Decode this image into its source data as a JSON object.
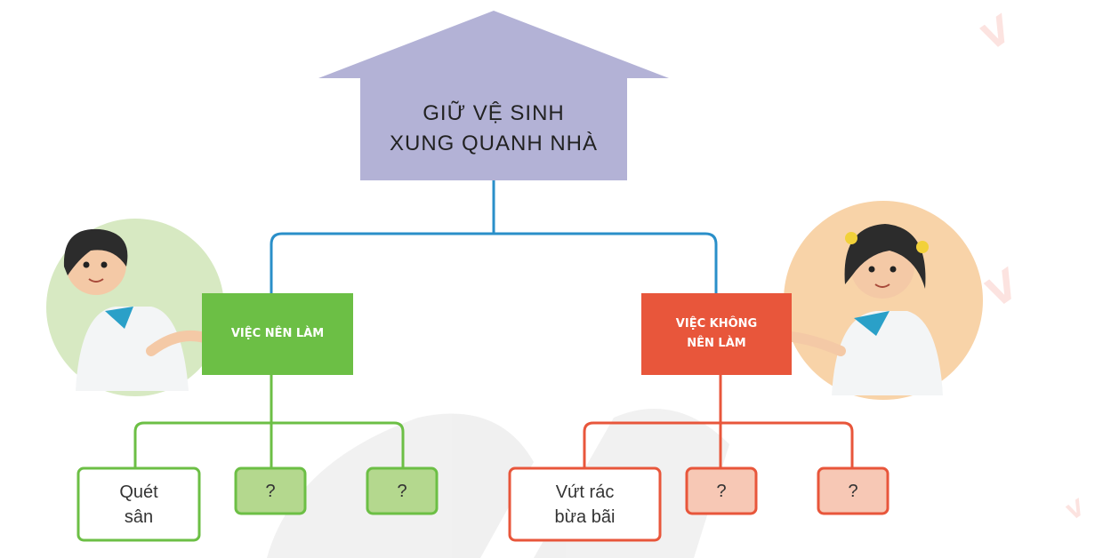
{
  "diagram": {
    "title_lines": [
      "GIỮ VỆ SINH",
      "XUNG QUANH NHÀ"
    ],
    "good": {
      "label": "VIỆC NÊN LÀM",
      "leaves": [
        "Quét",
        "sân",
        "?",
        "?"
      ]
    },
    "bad": {
      "label_lines": [
        "VIỆC KHÔNG",
        "NÊN LÀM"
      ],
      "leaves": [
        "Vứt rác",
        "bừa bãi",
        "?",
        "?"
      ]
    }
  },
  "colors": {
    "roof": "#b3b2d6",
    "good_green": "#6cbf45",
    "bad_red": "#e8563b",
    "good_leaf_fill": "#b4d88e",
    "bad_leaf_fill": "#f7c8b5",
    "blue_line": "#2a8fc9"
  },
  "icons": [
    "boy-avatar-icon",
    "girl-avatar-icon"
  ]
}
